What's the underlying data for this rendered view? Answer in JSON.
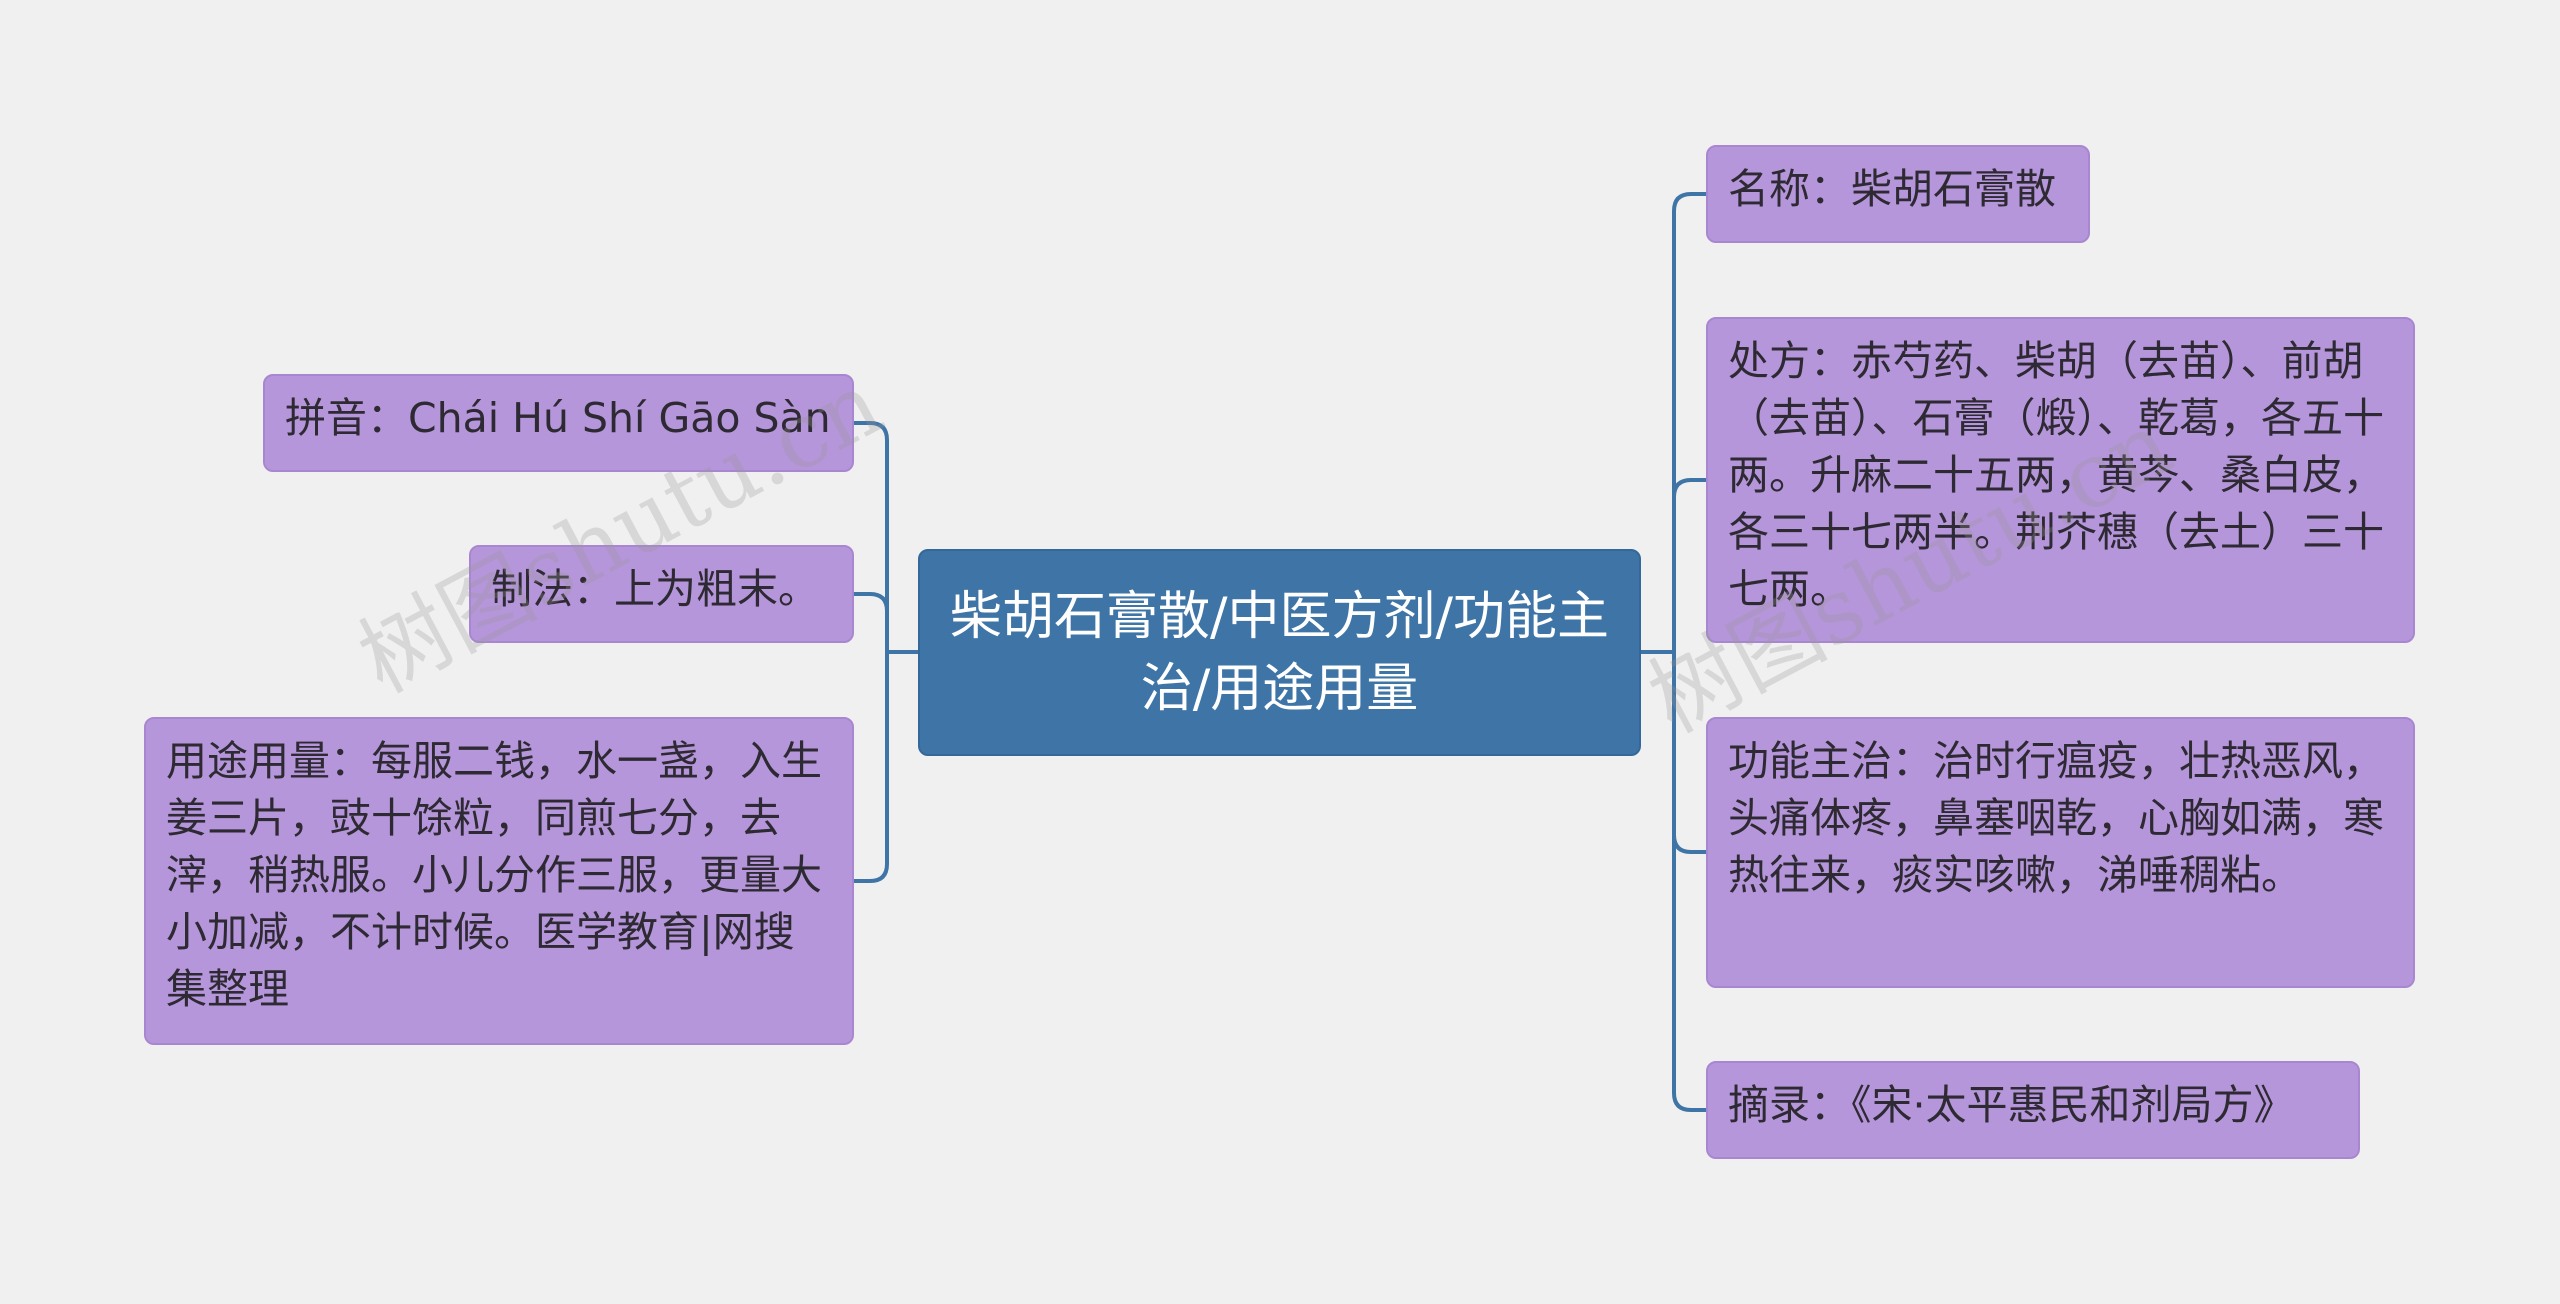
{
  "center": {
    "title": "柴胡石膏散/中医方剂/功能主治/用途用量"
  },
  "left": [
    {
      "text": "拼音：Chái Hú Shí Gāo Sàn"
    },
    {
      "text": "制法：上为粗末。"
    },
    {
      "text": "用途用量：每服二钱，水一盏，入生姜三片，豉十馀粒，同煎七分，去滓，稍热服。小儿分作三服，更量大小加减，不计时候。医学教育|网搜集整理"
    }
  ],
  "right": [
    {
      "text": "名称：柴胡石膏散"
    },
    {
      "text": "处方：赤芍药、柴胡（去苗）、前胡（去苗）、石膏（煅）、乾葛，各五十两。升麻二十五两，黄芩、桑白皮，各三十七两半。荆芥穗（去土）三十七两。"
    },
    {
      "text": "功能主治：治时行瘟疫，壮热恶风，头痛体疼，鼻塞咽乾，心胸如满，寒热往来，痰实咳嗽，涕唾稠粘。"
    },
    {
      "text": "摘录：《宋·太平惠民和剂局方》"
    }
  ],
  "watermark": "树图shutu.cn",
  "colors": {
    "center": "#3e74a6",
    "node": "#b696da",
    "line": "#3e74a6",
    "background": "#f0f0f0"
  }
}
